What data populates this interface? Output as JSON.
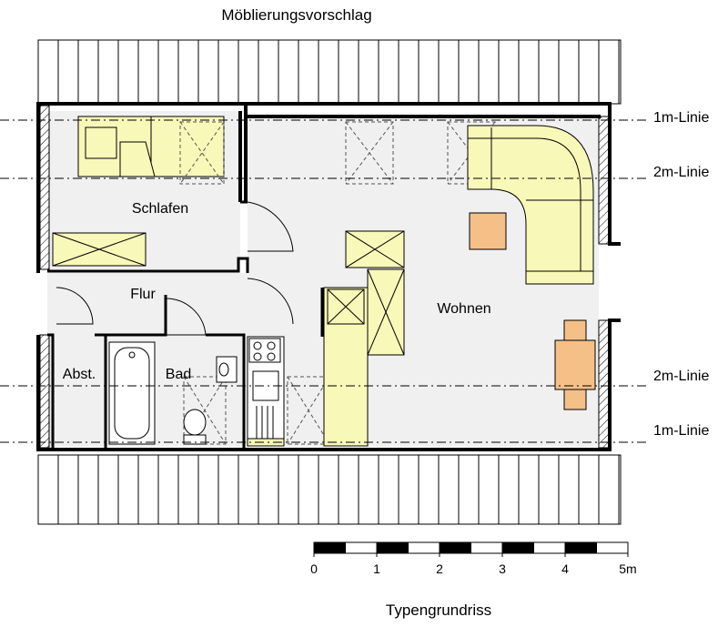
{
  "title": "Möblierungsvorschlag",
  "caption": "Typengrundriss",
  "rooms": {
    "schlafen": "Schlafen",
    "flur": "Flur",
    "wohnen": "Wohnen",
    "abst": "Abst.",
    "bad": "Bad"
  },
  "height_lines": {
    "top_1m": "1m-Linie",
    "top_2m": "2m-Linie",
    "bottom_2m": "2m-Linie",
    "bottom_1m": "1m-Linie"
  },
  "scale_bar": {
    "ticks": [
      "0",
      "1",
      "2",
      "3",
      "4",
      "5m"
    ]
  },
  "colors": {
    "wall": "#000000",
    "floor": "#f0f0f0",
    "furniture_yellow": "#f8f8b8",
    "furniture_orange": "#f4c088",
    "roof_lines": "#000000"
  }
}
